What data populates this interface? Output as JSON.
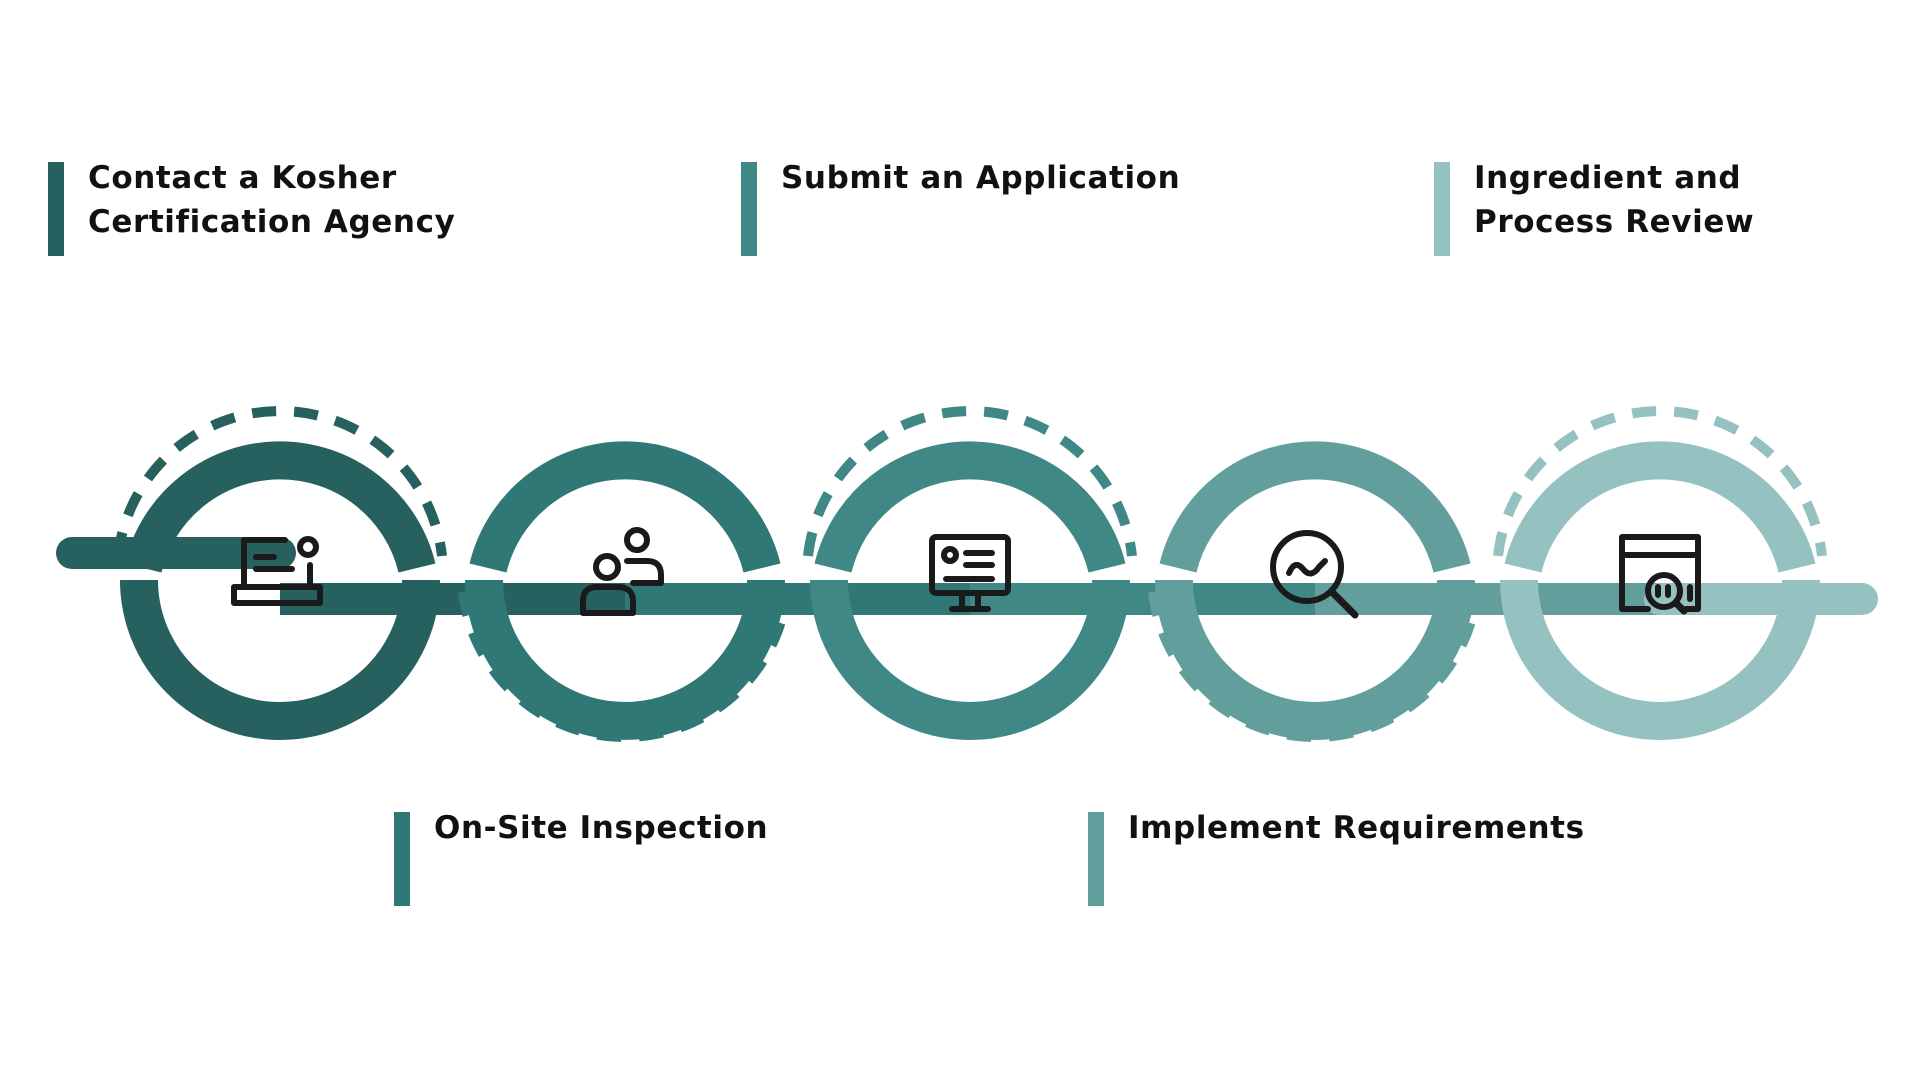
{
  "steps": [
    {
      "label": "Contact a Kosher Certification Agency",
      "icon": "laptop-profile-icon",
      "color": "#26605f",
      "position": "top"
    },
    {
      "label": "On-Site Inspection",
      "icon": "users-meeting-icon",
      "color": "#307876",
      "position": "bottom"
    },
    {
      "label": "Submit an Application",
      "icon": "monitor-form-icon",
      "color": "#3f8886",
      "position": "top"
    },
    {
      "label": "Implement Requirements",
      "icon": "search-analytics-icon",
      "color": "#629e9c",
      "position": "bottom"
    },
    {
      "label": "Ingredient and Process Review",
      "icon": "browser-inspect-icon",
      "color": "#96c1c1",
      "position": "top"
    }
  ]
}
